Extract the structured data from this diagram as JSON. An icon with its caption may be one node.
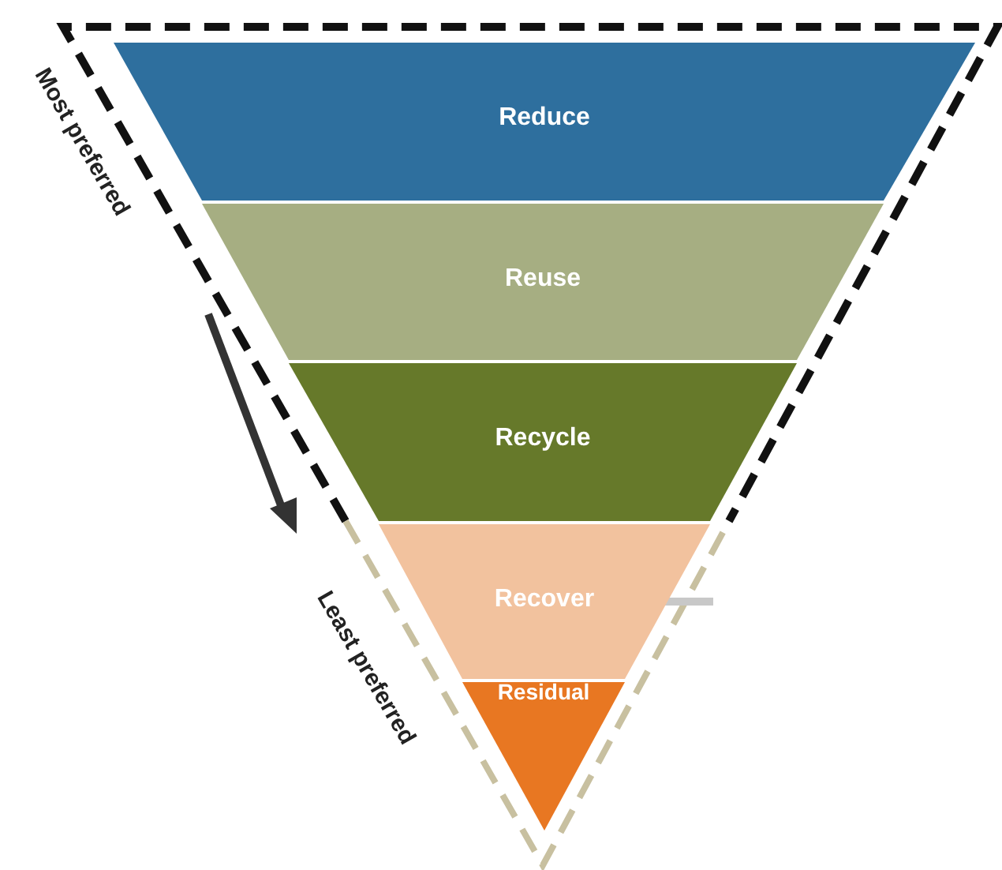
{
  "diagram": {
    "nodes": [
      {
        "text": [
          "Reduce"
        ]
      },
      {
        "text": [
          "Reuse"
        ]
      },
      {
        "text": [
          "Recycle"
        ]
      },
      {
        "text": [
          "Recover"
        ]
      },
      {
        "text": [
          "Residual"
        ]
      }
    ],
    "labels": [
      "Most preferred",
      "Least preferred"
    ]
  }
}
